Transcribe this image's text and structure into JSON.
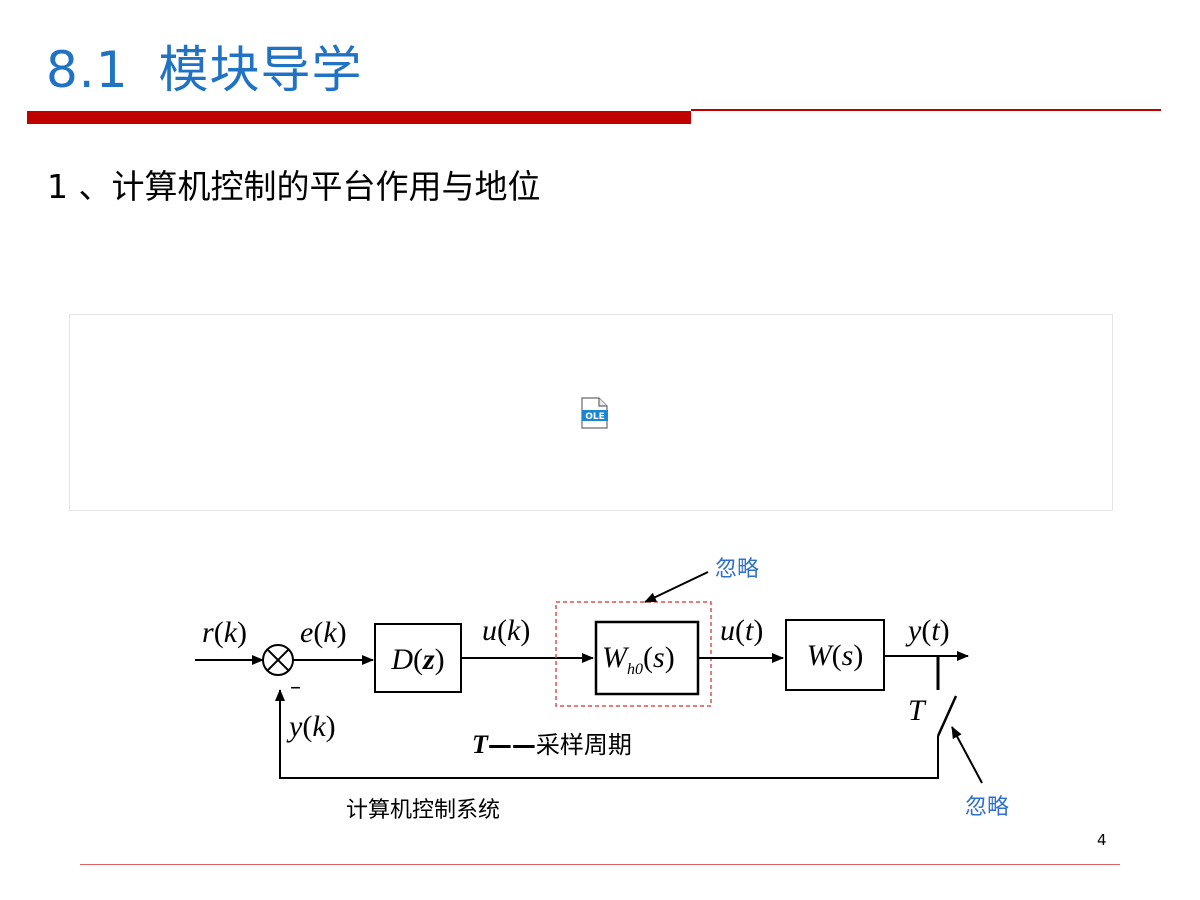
{
  "slide": {
    "title_number": "8.1",
    "title_text": "模块导学",
    "subtitle": "1 、计算机控制的平台作用与地位",
    "ole_label": "OLE",
    "page_number": "4"
  },
  "diagram": {
    "caption": "计算机控制系统",
    "sampling_note_symbol": "T",
    "sampling_note_dash": "——",
    "sampling_note_text": "采样周期",
    "ignore_label_top": "忽略",
    "ignore_label_bottom": "忽略",
    "minus_sign": "–",
    "switch_label": "T",
    "signals": {
      "r": "r",
      "e": "e",
      "u": "u",
      "y": "y",
      "k": "k",
      "t": "t"
    },
    "blocks": {
      "controller_fn": "D",
      "controller_var": "z",
      "hold_fn": "W",
      "hold_sub": "h0",
      "hold_var": "s",
      "plant_fn": "W",
      "plant_var": "s"
    },
    "colors": {
      "title": "#1f72c4",
      "accent_red": "#c00000",
      "annotation": "#2f6fd0",
      "dashed_box": "#e05050"
    }
  }
}
